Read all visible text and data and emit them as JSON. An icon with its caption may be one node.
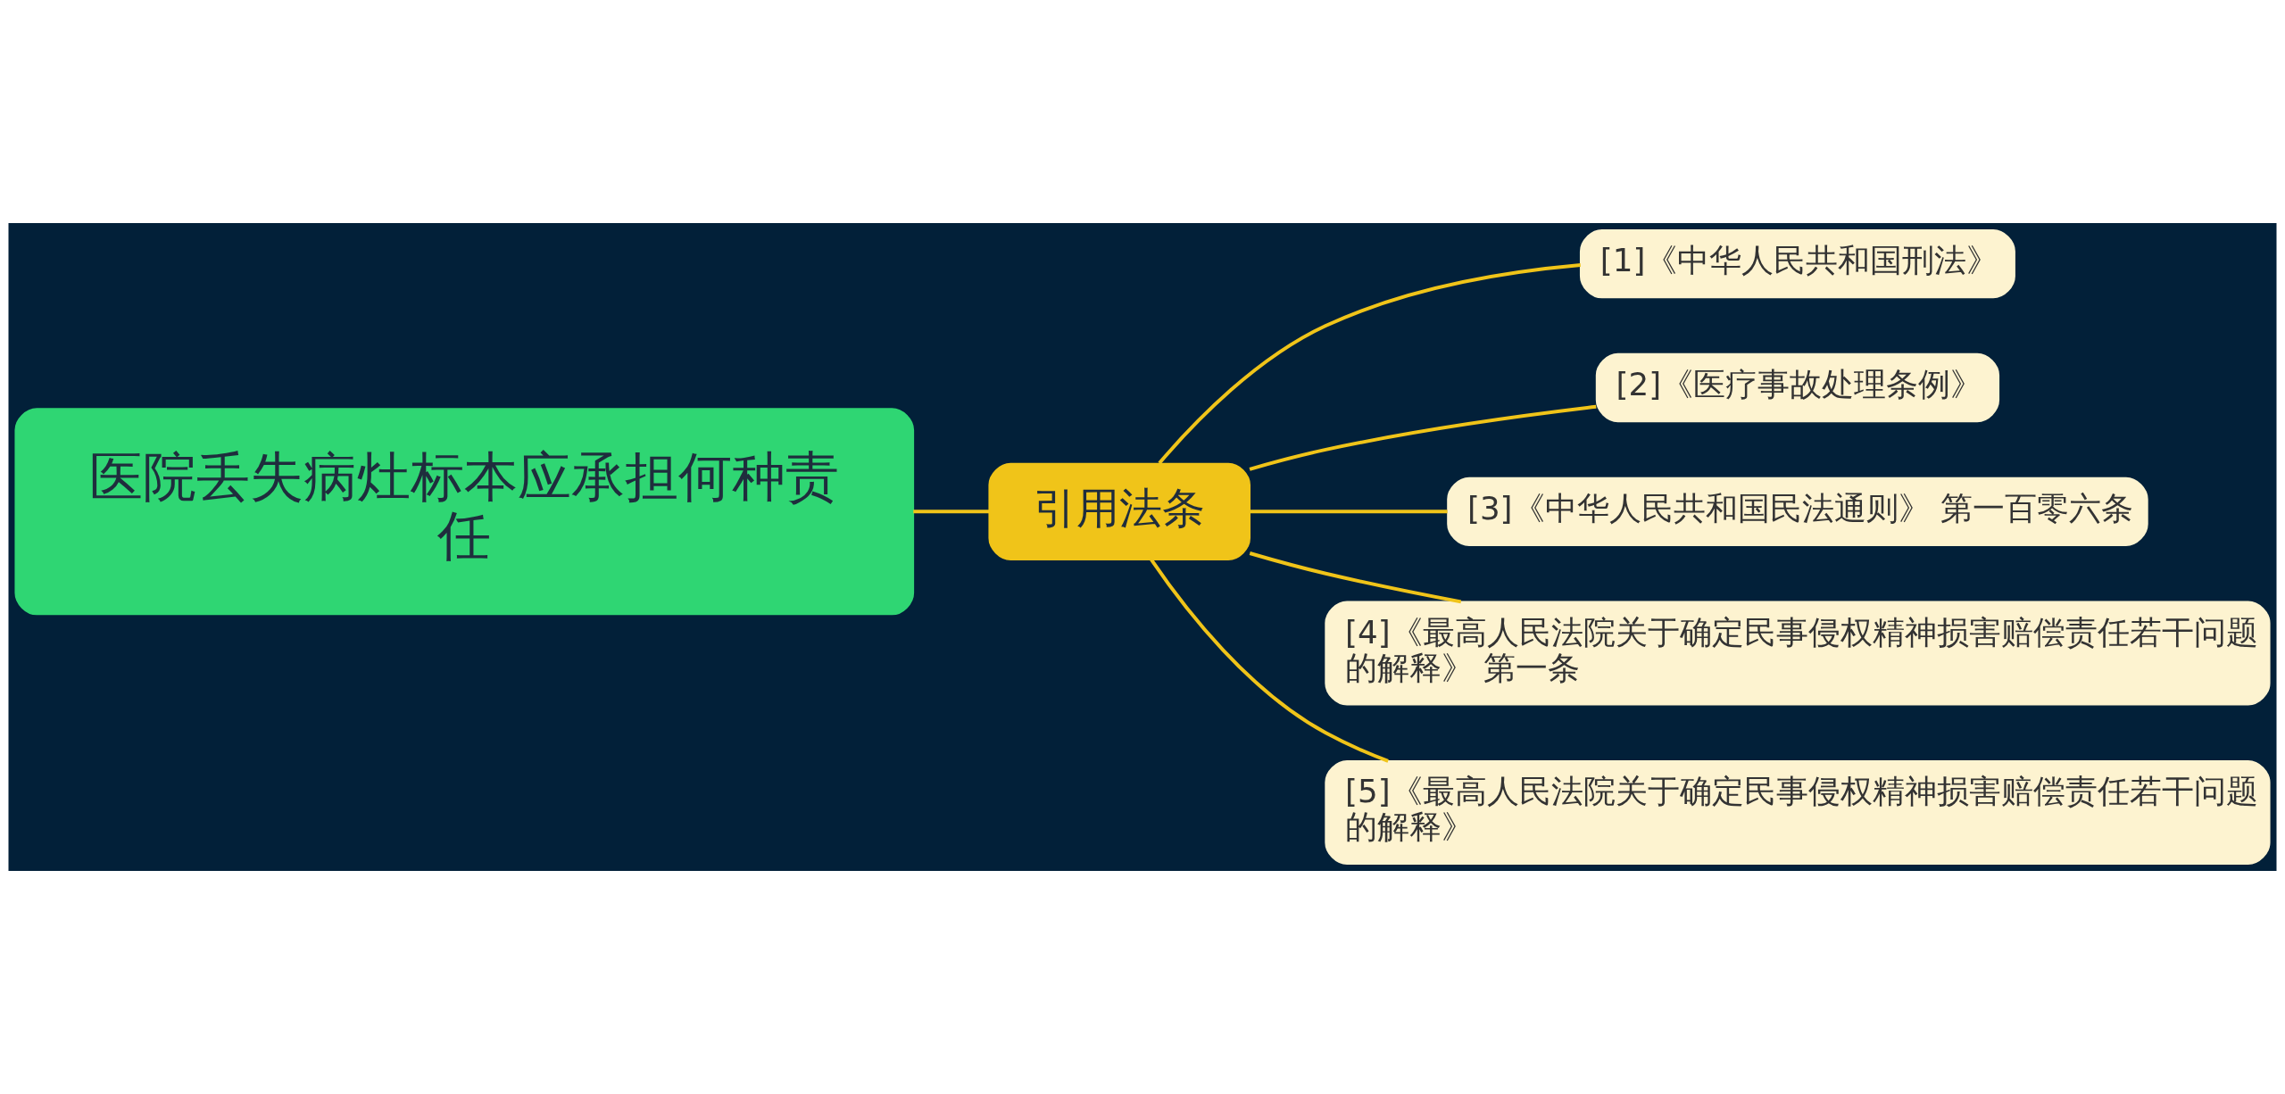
{
  "diagram": {
    "nodes": [
      {
        "text": [
          "医院丢失病灶标本应承担何种责任"
        ]
      },
      {
        "text": [
          "引用法条"
        ]
      },
      {
        "text": [
          "[1]《中华人民共和国刑法》"
        ]
      },
      {
        "text": [
          "[2]《医疗事故处理条例》"
        ]
      },
      {
        "text": [
          "[3]《中华人民共和国民法通则》 第一百零六条"
        ]
      },
      {
        "text": [
          "[4]《最高人民法院关于确定民事侵权精神损害赔偿责任若干问题的解释》 第一条"
        ]
      },
      {
        "text": [
          "[5]《最高人民法院关于确定民事侵权精神损害赔偿责任若干问题的解释》"
        ]
      }
    ],
    "edges": [
      {
        "from": 0,
        "to": 1,
        "arrow": "none"
      },
      {
        "from": 1,
        "to": 2,
        "arrow": "none"
      },
      {
        "from": 1,
        "to": 3,
        "arrow": "none"
      },
      {
        "from": 1,
        "to": 4,
        "arrow": "none"
      },
      {
        "from": 1,
        "to": 5,
        "arrow": "none"
      },
      {
        "from": 1,
        "to": 6,
        "arrow": "none"
      }
    ]
  }
}
